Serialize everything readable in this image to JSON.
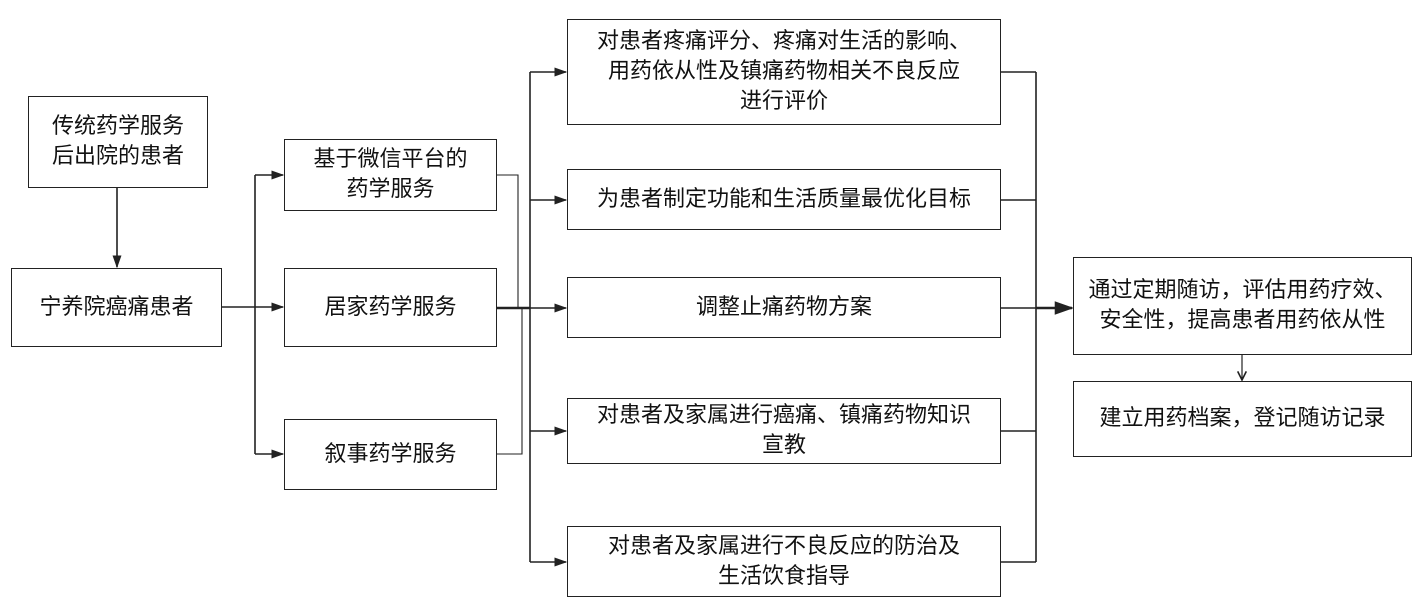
{
  "nodes": {
    "traditional_patients": {
      "lines": [
        "传统药学服务",
        "后出院的患者"
      ]
    },
    "hospice_patients": {
      "lines": [
        "宁养院癌痛患者"
      ]
    },
    "wechat_service": {
      "lines": [
        "基于微信平台的",
        "药学服务"
      ]
    },
    "home_service": {
      "lines": [
        "居家药学服务"
      ]
    },
    "narrative_service": {
      "lines": [
        "叙事药学服务"
      ]
    },
    "pain_assessment": {
      "lines": [
        "对患者疼痛评分、疼痛对生活的影响、",
        "用药依从性及镇痛药物相关不良反应",
        "进行评价"
      ]
    },
    "goal_setting": {
      "lines": [
        "为患者制定功能和生活质量最优化目标"
      ]
    },
    "adjust_regimen": {
      "lines": [
        "调整止痛药物方案"
      ]
    },
    "education": {
      "lines": [
        "对患者及家属进行癌痛、镇痛药物知识",
        "宣教"
      ]
    },
    "adr_guidance": {
      "lines": [
        "对患者及家属进行不良反应的防治及",
        "生活饮食指导"
      ]
    },
    "follow_up": {
      "lines": [
        "通过定期随访，评估用药疗效、",
        "安全性，提高患者用药依从性"
      ]
    },
    "records": {
      "lines": [
        "建立用药档案，登记随访记录"
      ]
    }
  }
}
